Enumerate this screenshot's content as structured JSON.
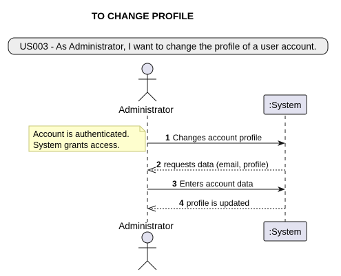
{
  "title": "TO CHANGE PROFILE",
  "user_story": "US003 - As Administrator, I want to change the profile of a user account.",
  "participants": {
    "actor": "Administrator",
    "system": ":System"
  },
  "note": {
    "line1": "Account is authenticated.",
    "line2": "System grants access."
  },
  "messages": [
    {
      "number": "1",
      "text": "Changes account profile",
      "from": "actor",
      "to": "system",
      "style": "solid"
    },
    {
      "number": "2",
      "text": "requests data (email, profile)",
      "from": "system",
      "to": "actor",
      "style": "dashed"
    },
    {
      "number": "3",
      "text": "Enters account data",
      "from": "actor",
      "to": "system",
      "style": "solid"
    },
    {
      "number": "4",
      "text": "profile is updated",
      "from": "system",
      "to": "actor",
      "style": "dashed"
    }
  ],
  "colors": {
    "participant_fill": "#e2e2f0",
    "participant_stroke": "#181818",
    "banner_fill": "#eeeeee",
    "note_fill": "#fefece",
    "note_stroke": "#c8c878",
    "line": "#181818"
  }
}
